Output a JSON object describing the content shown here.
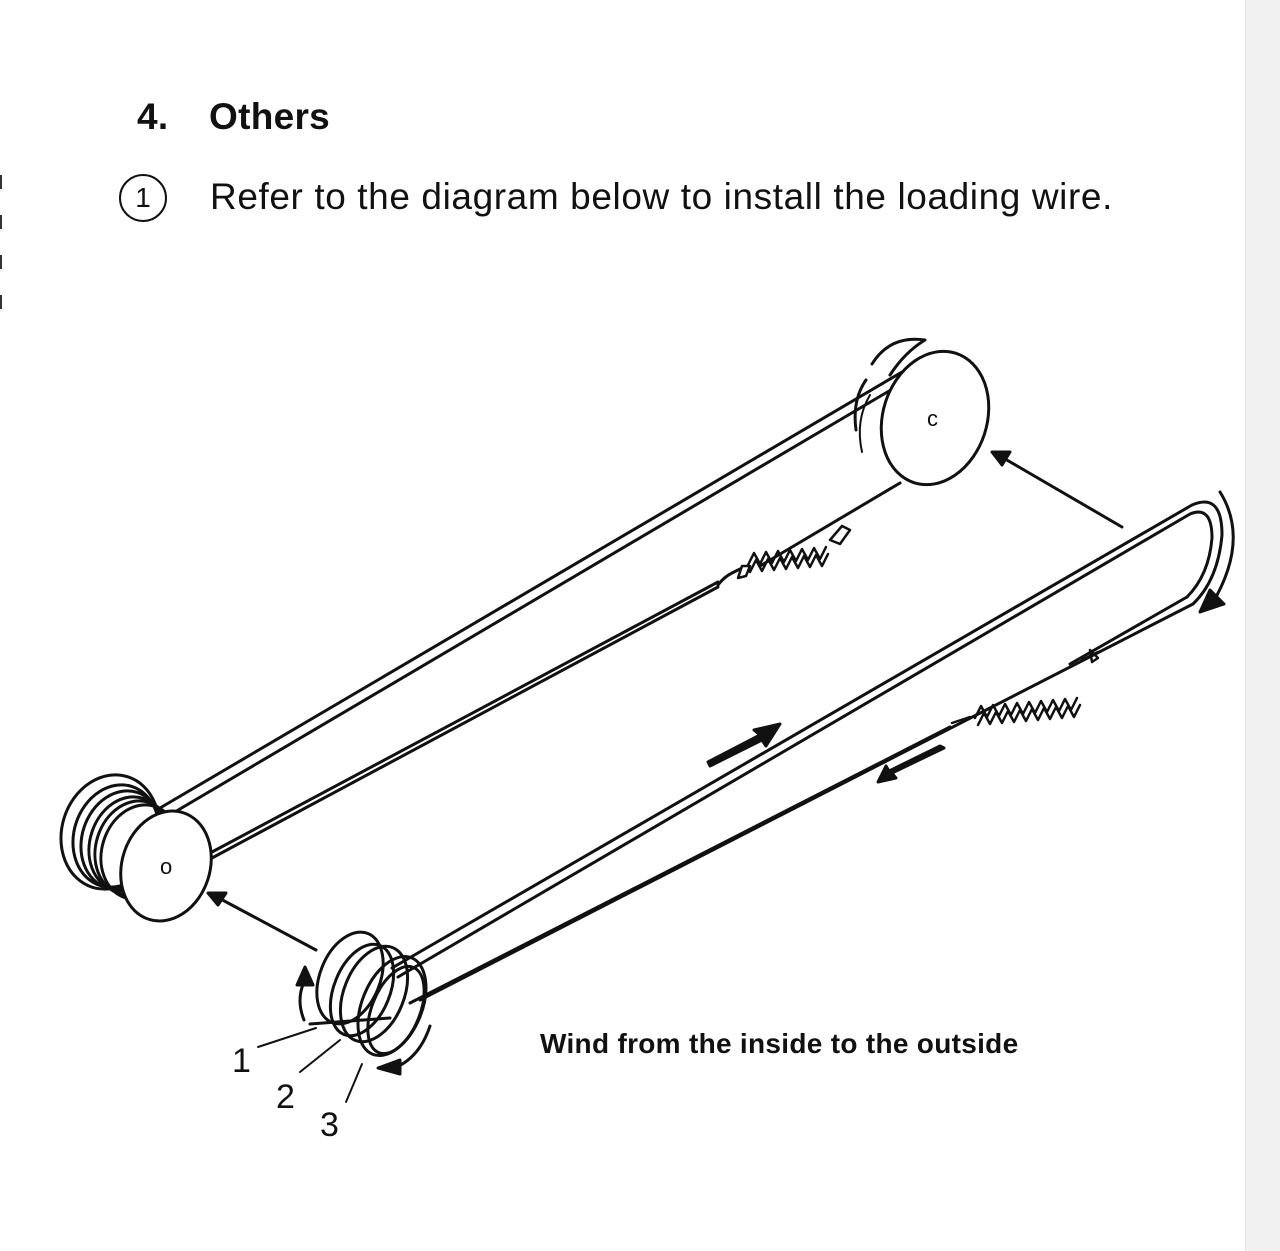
{
  "section": {
    "number": "4.",
    "title": "Others"
  },
  "step": {
    "marker": "1",
    "text": "Refer to the diagram below to install the loading wire."
  },
  "diagram": {
    "caption": "Wind from the inside to the outside",
    "pulley_labels": [
      "o",
      "c"
    ],
    "callouts": [
      "1",
      "2",
      "3"
    ]
  }
}
